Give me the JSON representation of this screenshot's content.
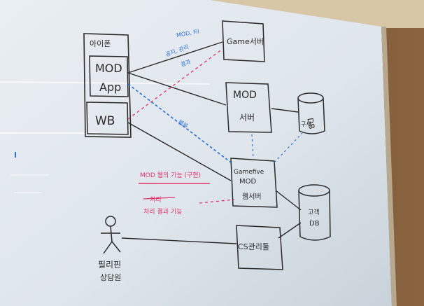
{
  "whiteboard": {
    "device_label": "아이폰",
    "mod_app_line1": "MOD",
    "mod_app_line2": "App",
    "wb_label": "WB",
    "game_server_label": "Game서버",
    "mod_server_line1": "MOD",
    "mod_server_line2": "서버",
    "db_label": "DB",
    "db_sublabel": "구세",
    "gamefive_line1": "Gamefive",
    "gamefive_line2": "MOD",
    "gamefive_line3": "웹서버",
    "cs_tool_label": "CS관리툴",
    "member_db_line1": "고객",
    "member_db_line2": "DB",
    "actor_line1": "필리핀",
    "actor_line2": "상담원",
    "blue_note_top": "MOD, Fil",
    "blue_note_top2": "공지, 관리",
    "blue_note_top3": "결과",
    "blue_note_mid": "웹뷰",
    "red_note_1": "MOD 웹의 기능 (구현)",
    "red_note_2": "처리",
    "red_note_3": "처리 결과 기능"
  },
  "colors": {
    "board": "#dfe6ec",
    "marker_black": "#2a2a2a",
    "marker_blue": "#2b6fd6",
    "marker_red": "#e0336a",
    "frame": "#6b4a2c"
  }
}
